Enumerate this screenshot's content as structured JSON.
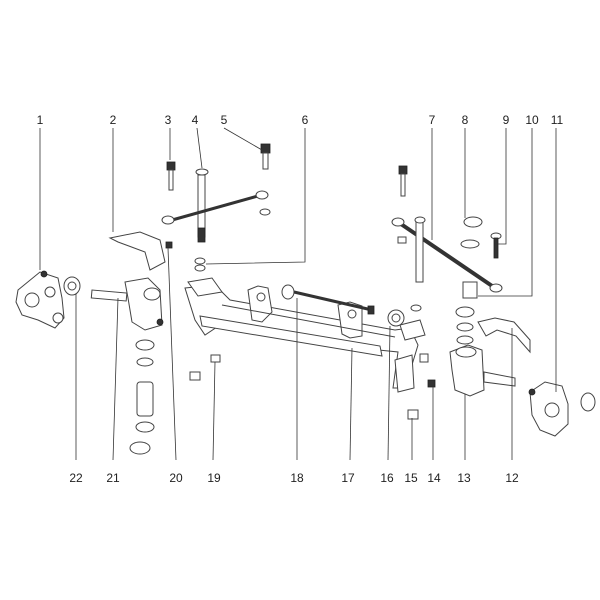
{
  "callouts": [
    {
      "id": "c1",
      "text": "1"
    },
    {
      "id": "c2",
      "text": "2"
    },
    {
      "id": "c3",
      "text": "3"
    },
    {
      "id": "c4",
      "text": "4"
    },
    {
      "id": "c5",
      "text": "5"
    },
    {
      "id": "c6",
      "text": "6"
    },
    {
      "id": "c7",
      "text": "7"
    },
    {
      "id": "c8",
      "text": "8"
    },
    {
      "id": "c9",
      "text": "9"
    },
    {
      "id": "c10",
      "text": "10"
    },
    {
      "id": "c11",
      "text": "11"
    },
    {
      "id": "c12",
      "text": "12"
    },
    {
      "id": "c13",
      "text": "13"
    },
    {
      "id": "c14",
      "text": "14"
    },
    {
      "id": "c15",
      "text": "15"
    },
    {
      "id": "c16",
      "text": "16"
    },
    {
      "id": "c17",
      "text": "17"
    },
    {
      "id": "c18",
      "text": "18"
    },
    {
      "id": "c19",
      "text": "19"
    },
    {
      "id": "c20",
      "text": "20"
    },
    {
      "id": "c21",
      "text": "21"
    },
    {
      "id": "c22",
      "text": "22"
    }
  ],
  "colors": {
    "line": "#333333",
    "part_fill": "#ffffff",
    "part_stroke": "#444444"
  }
}
